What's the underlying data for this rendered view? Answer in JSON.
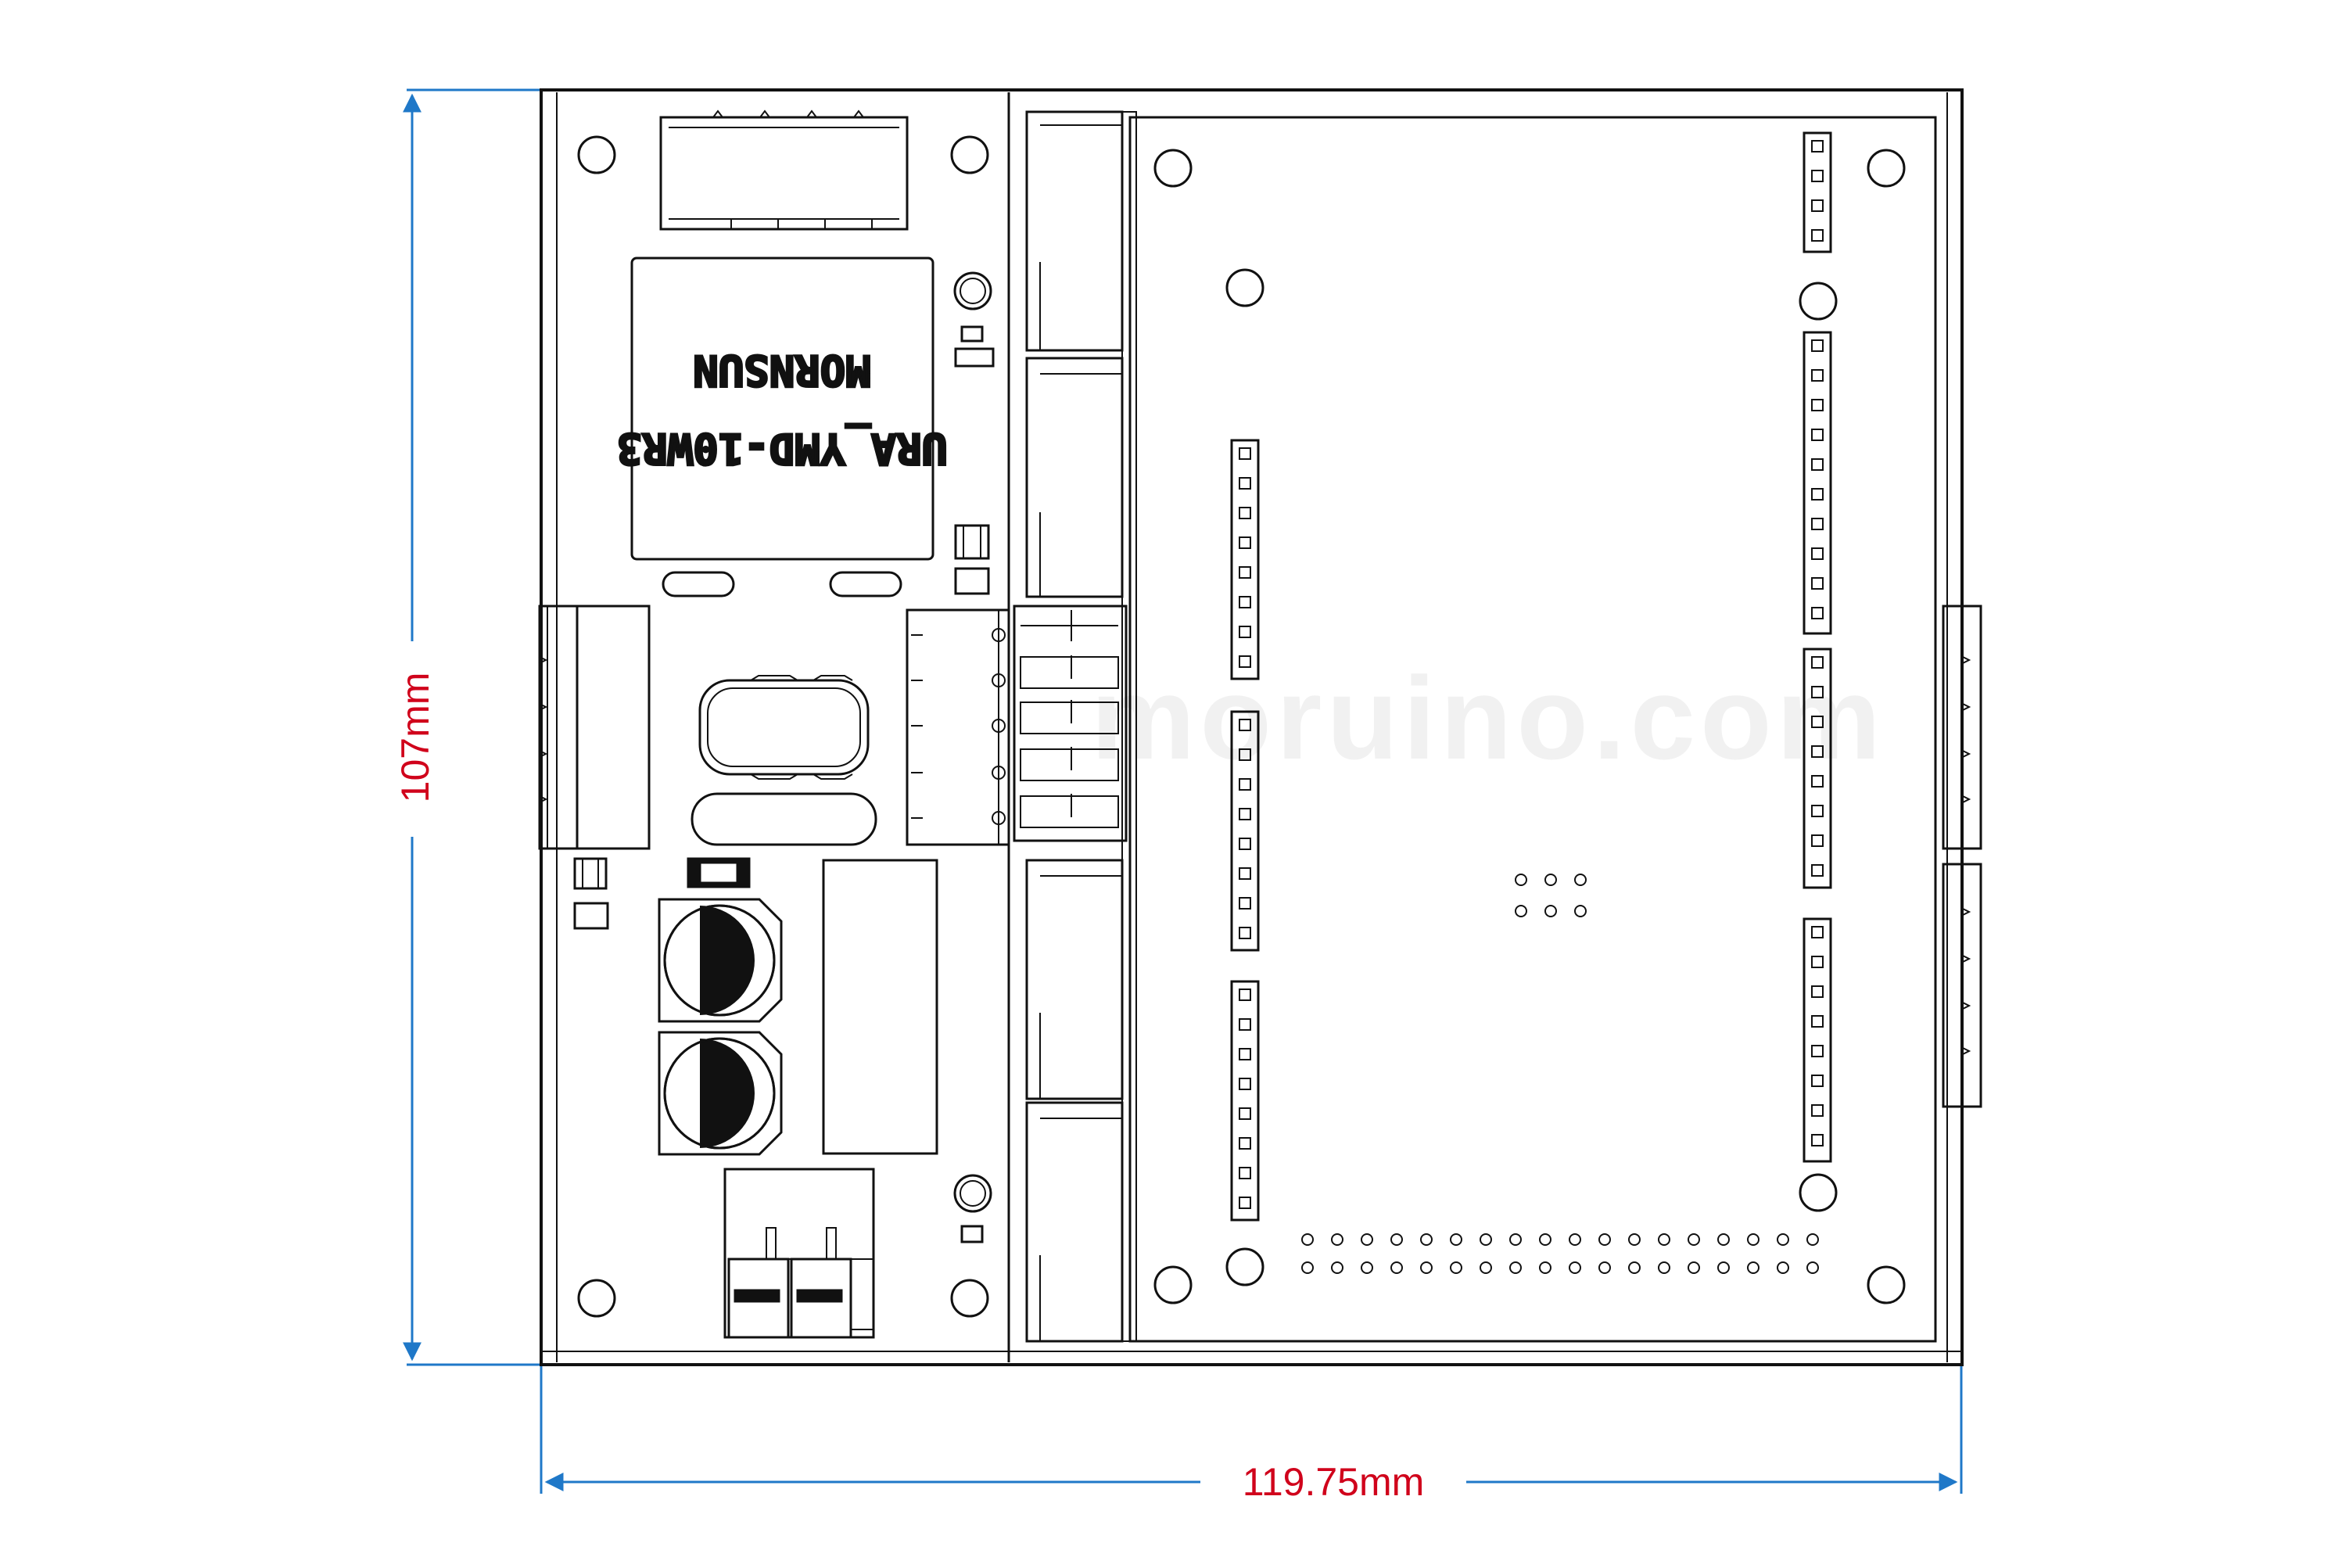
{
  "dimensions": {
    "height_label": "107mm",
    "width_label": "119.75mm"
  },
  "module_chip": {
    "line1": "URA_YMD-10WR3",
    "line2": "MORNSUN"
  },
  "watermark": "moruino.com",
  "colors": {
    "dimension_line": "#1f78c8",
    "dimension_text": "#d0021b",
    "outline": "#111111"
  }
}
